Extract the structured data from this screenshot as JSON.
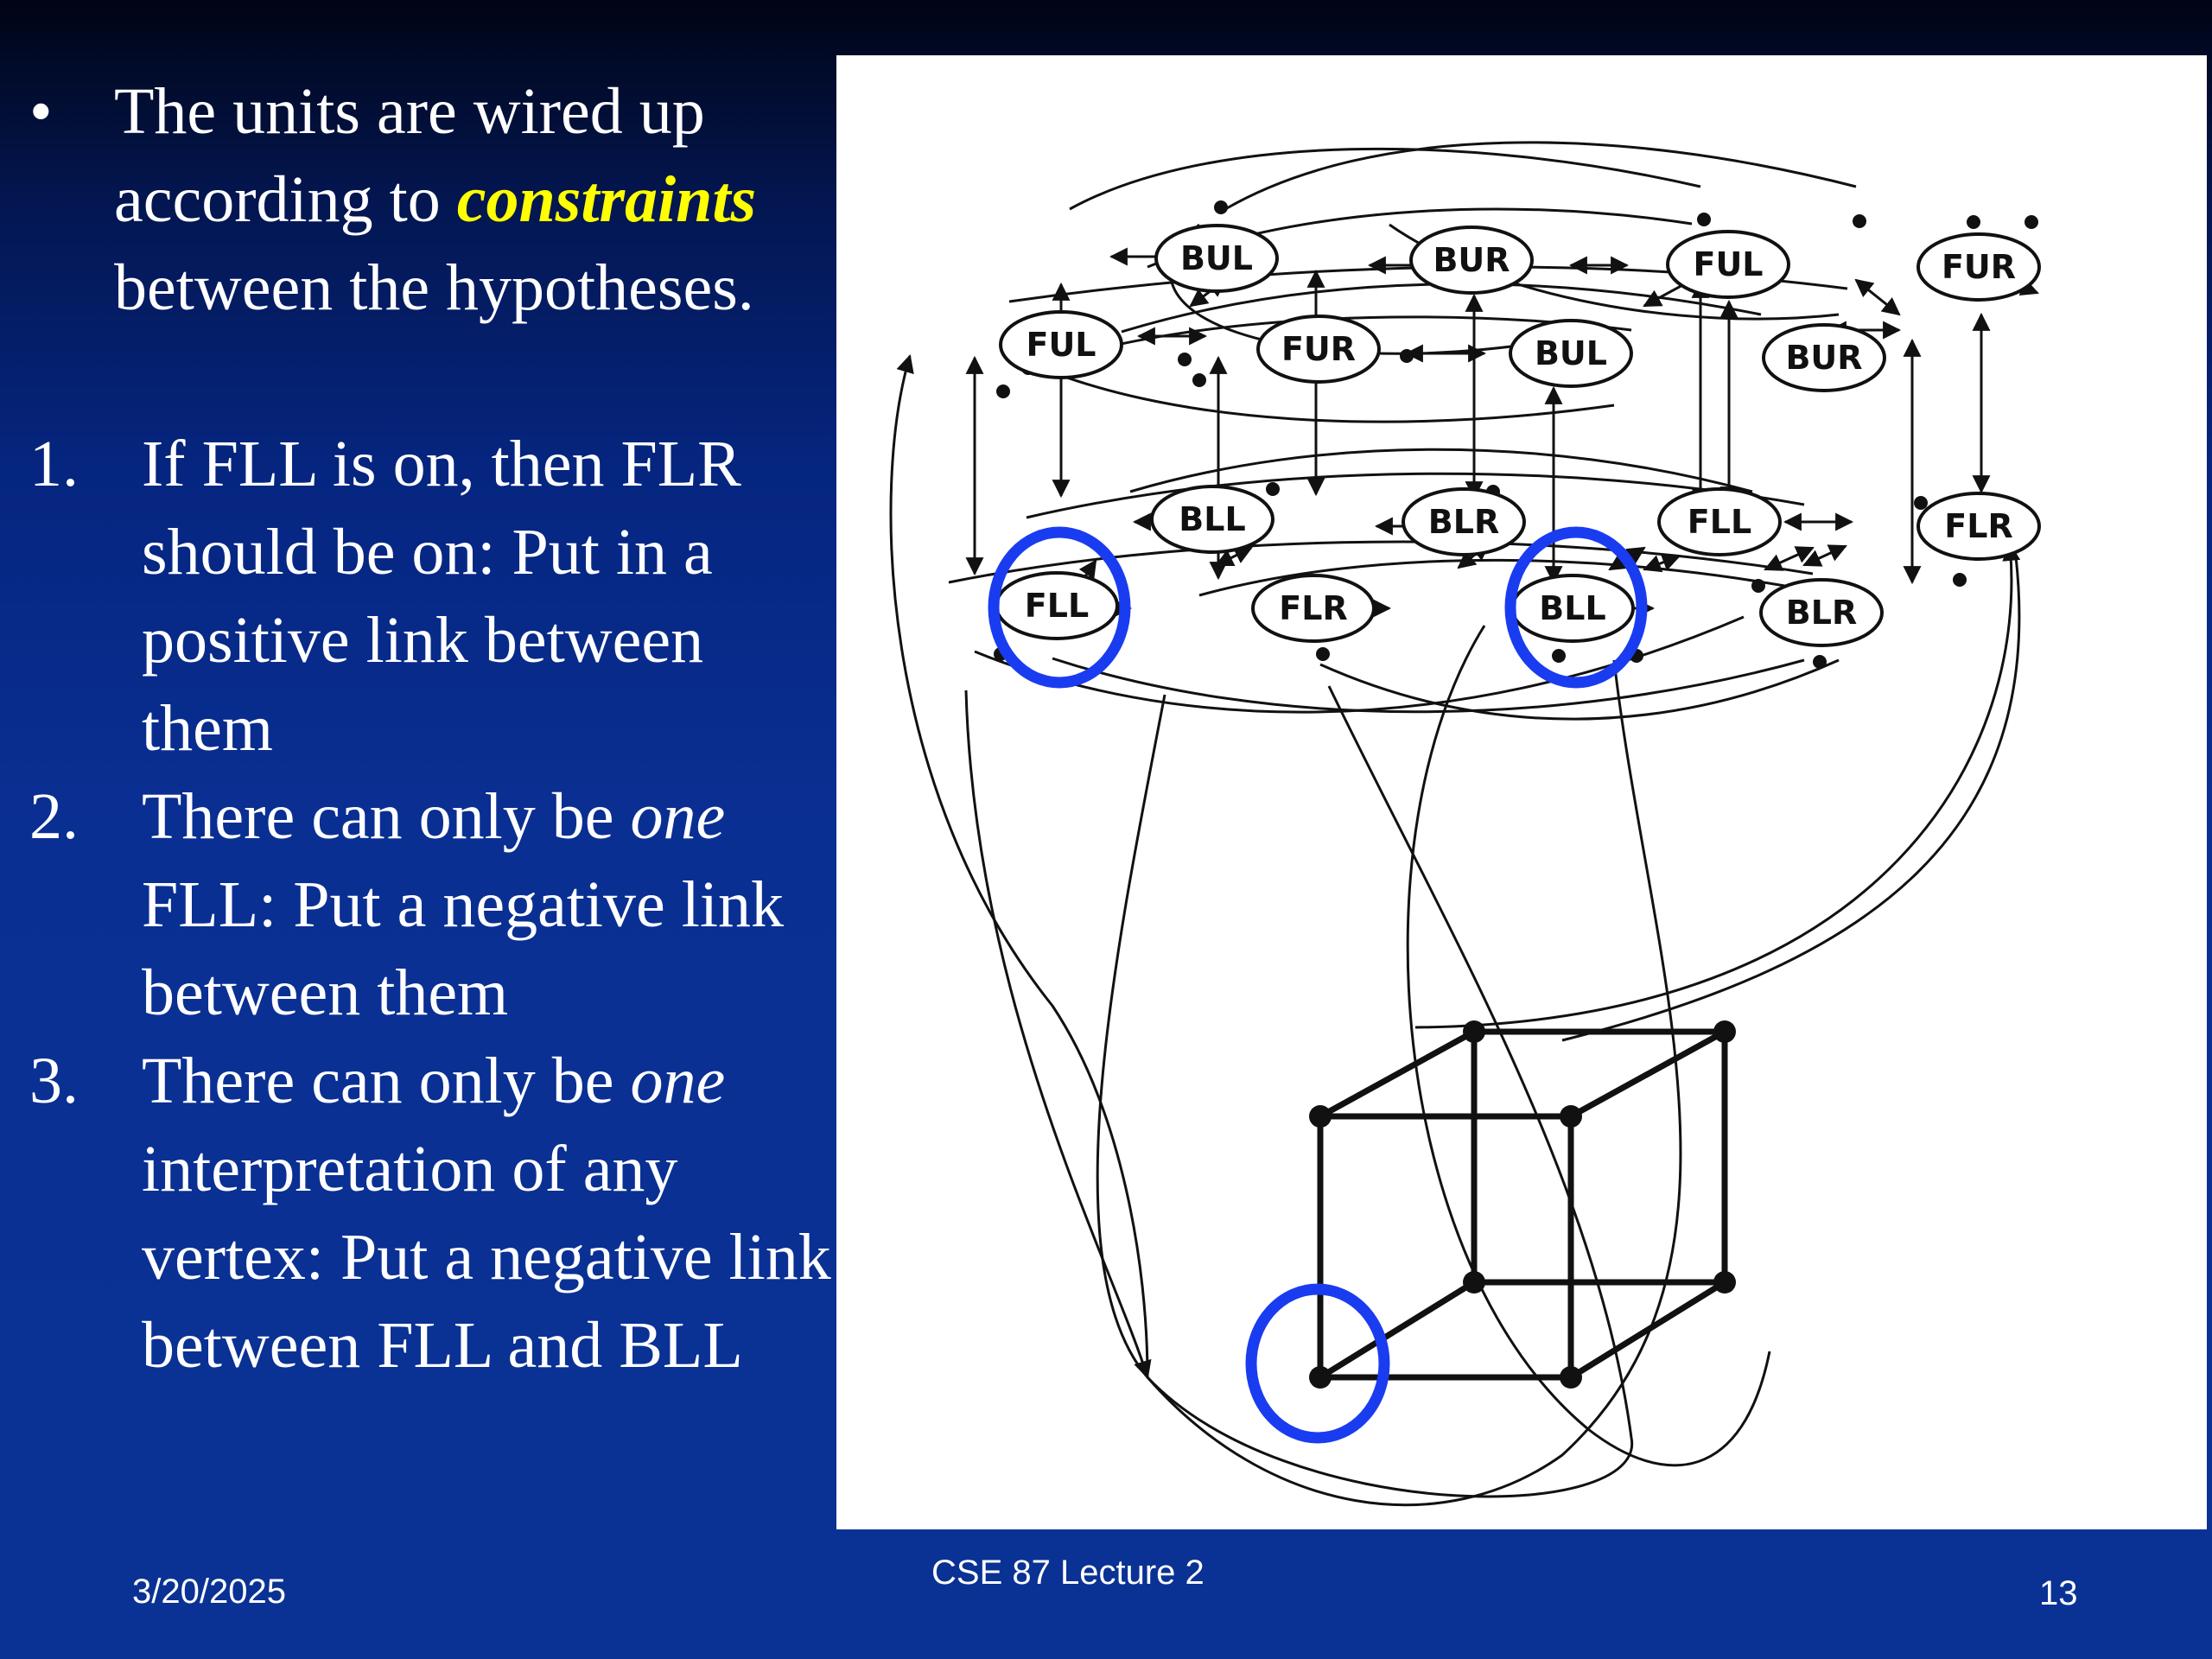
{
  "bullet": {
    "marker": "•",
    "line1": "The units are wired up according to",
    "highlight": "constraints",
    "line2": " between the hypotheses."
  },
  "items": [
    {
      "num": "1.",
      "parts": [
        "If FLL is on, then FLR should be on: Put in a positive link between them"
      ]
    },
    {
      "num": "2.",
      "parts": [
        "There can only be ",
        "one",
        " FLL: Put a negative link between them"
      ]
    },
    {
      "num": "3.",
      "parts": [
        "There can only be ",
        "one",
        " interpretation of any vertex: Put a negative link between FLL and BLL"
      ]
    }
  ],
  "figure": {
    "nodes": [
      "BUL",
      "BUR",
      "FUL",
      "FUR",
      "FUL",
      "FUR",
      "BUL",
      "BUR",
      "BLL",
      "BLR",
      "FLL",
      "FLR",
      "FLL",
      "FLR",
      "BLL",
      "BLR"
    ],
    "highlight_color": "#1a3cf0"
  },
  "footer": {
    "date": "3/20/2025",
    "title": "CSE 87 Lecture 2",
    "page": "13"
  }
}
